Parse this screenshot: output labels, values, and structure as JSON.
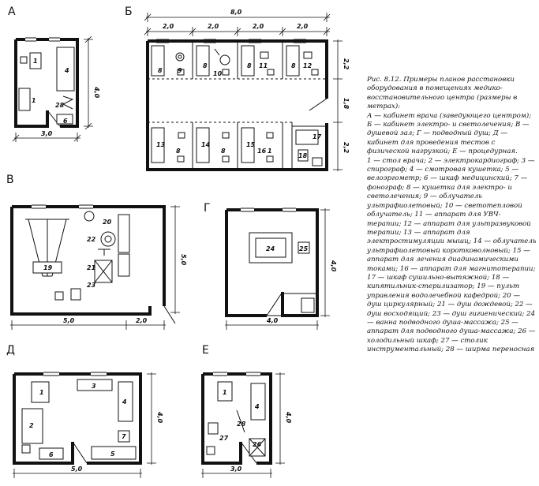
{
  "plans": [
    {
      "id": "A",
      "letter": "А",
      "dims": [
        "3,0",
        "4,0"
      ]
    },
    {
      "id": "B",
      "letter": "Б",
      "dims": [
        "8,0",
        "2,0",
        "2,0",
        "2,0",
        "2,0",
        "2,2",
        "1,8",
        "2,2"
      ]
    },
    {
      "id": "V",
      "letter": "В",
      "dims": [
        "5,0",
        "2,0",
        "5,0"
      ]
    },
    {
      "id": "G",
      "letter": "Г",
      "dims": [
        "4,0",
        "4,0"
      ]
    },
    {
      "id": "D",
      "letter": "Д",
      "dims": [
        "5,0",
        "4,0"
      ]
    },
    {
      "id": "E",
      "letter": "Е",
      "dims": [
        "3,0",
        "4,0"
      ]
    }
  ],
  "labels": {
    "A": [
      "1",
      "4",
      "1",
      "28",
      "6"
    ],
    "B": [
      "8",
      "9",
      "10",
      "8",
      "11",
      "8",
      "12",
      "8",
      "13",
      "8",
      "14",
      "8",
      "15",
      "16",
      "1",
      "17",
      "18"
    ],
    "V": [
      "20",
      "22",
      "21",
      "23",
      "19"
    ],
    "G": [
      "24",
      "25"
    ],
    "D": [
      "1",
      "3",
      "4",
      "2",
      "7",
      "6",
      "5"
    ],
    "E": [
      "1",
      "4",
      "28",
      "26",
      "27"
    ]
  },
  "caption": {
    "title": "Рис. 8.12. Примеры планов расстановки оборудования в помещениях медико-восстановительного центра (размеры в метрах):",
    "rooms": "А — кабинет врача (заведующего центром); Б — кабинет электро- и светолечения; В — душевой зал; Г — подводный душ; Д — кабинет для проведения тестов с физической нагрузкой; Е — процедурная.",
    "items": "1 — стол врача; 2 — электрокардиограф; 3 — спирограф; 4 — смотровая кушетка; 5 — велоэргометр; 6 — шкаф медицинский; 7 — фонограф; 8 — кушетка для электро- и светолечения; 9 — облучатель ультрафиолетовый; 10 — светотепловой облучатель; 11 — аппарат для УВЧ- терапии; 12 — аппарат для ультразвуковой терапии; 13 — аппарат для электростимуляции мышц; 14 — облучатель ультрафиолетовый коротковолновый; 15 — аппарат для лечения диадинамическими токами; 16 — аппарат для магнитотерапии; 17 — шкаф сушильно-вытяжной; 18 — кипятильник-стерилизатор; 19 — пульт управления водолечебной кафедрой; 20 — душ циркулярный; 21 — душ дождевой; 22 — душ восходящий; 23 — душ гигиенический; 24 — ванна подводного душа-массажа; 25 — аппарат для подводного душа-массажа; 26 — холодильный шкаф; 27 — столик инструментальный; 28 — ширма переносная"
  }
}
